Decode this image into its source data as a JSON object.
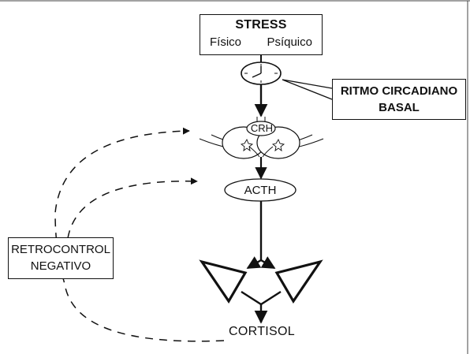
{
  "stress": {
    "title": "STRESS",
    "left": "Físico",
    "right": "Psíquico"
  },
  "circadian": {
    "line1": "RITMO CIRCADIANO",
    "line2": "BASAL"
  },
  "hypothalamus": {
    "label": "CRH"
  },
  "pituitary": {
    "label": "ACTH"
  },
  "adrenal": {
    "label": "CORTISOL"
  },
  "feedback": {
    "line1": "RETROCONTROL",
    "line2": "NEGATIVO"
  }
}
